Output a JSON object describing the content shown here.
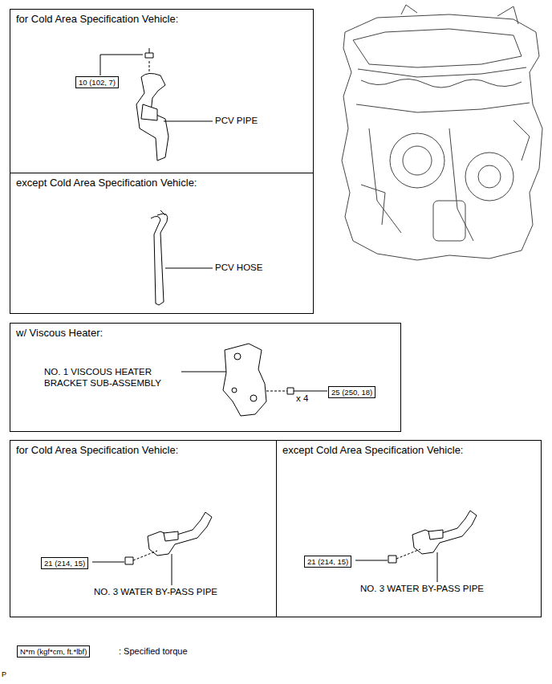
{
  "diagram": {
    "nodes": [
      {
        "text": [
          "for Cold Area Specification Vehicle:"
        ]
      },
      {
        "text": [
          "10 (102, 7)"
        ],
        "in": 0
      },
      {
        "text": [
          "except Cold Area Specification Vehicle:"
        ]
      },
      {
        "text": [
          "w/ Viscous Heater:"
        ]
      },
      {
        "text": [
          "25 (250, 18)"
        ],
        "in": 3
      },
      {
        "text": [
          "for Cold Area Specification Vehicle:"
        ]
      },
      {
        "text": [
          "21 (214, 15)"
        ],
        "in": 5
      },
      {
        "text": [
          "except Cold Area Specification Vehicle:"
        ]
      },
      {
        "text": [
          "21 (214, 15)"
        ],
        "in": 7
      },
      {
        "text": [
          "N*m (kgf*cm, ft.*lbf)"
        ]
      }
    ],
    "labels": [
      "PCV PIPE",
      "PCV HOSE",
      "NO. 1 VISCOUS HEATER BRACKET SUB-ASSEMBLY",
      "x 4",
      "NO. 3 WATER BY-PASS PIPE",
      "NO. 3 WATER BY-PASS PIPE",
      ": Specified torque",
      "P"
    ]
  }
}
